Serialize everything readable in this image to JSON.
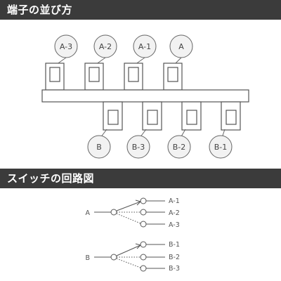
{
  "sections": [
    {
      "title": "端子の並び方"
    },
    {
      "title": "スイッチの回路図"
    }
  ],
  "terminals": {
    "top_labels": [
      "A-3",
      "A-2",
      "A-1",
      "A"
    ],
    "bottom_labels": [
      "B",
      "B-3",
      "B-2",
      "B-1"
    ]
  },
  "circuit": {
    "groups": [
      {
        "common": "A",
        "outputs": [
          "A-1",
          "A-2",
          "A-3"
        ]
      },
      {
        "common": "B",
        "outputs": [
          "B-1",
          "B-2",
          "B-3"
        ]
      }
    ]
  },
  "colors": {
    "header_bg": "#3b3b3b",
    "header_text": "#ffffff",
    "line": "#555555",
    "label_circle_fill": "#f2f2f2"
  }
}
